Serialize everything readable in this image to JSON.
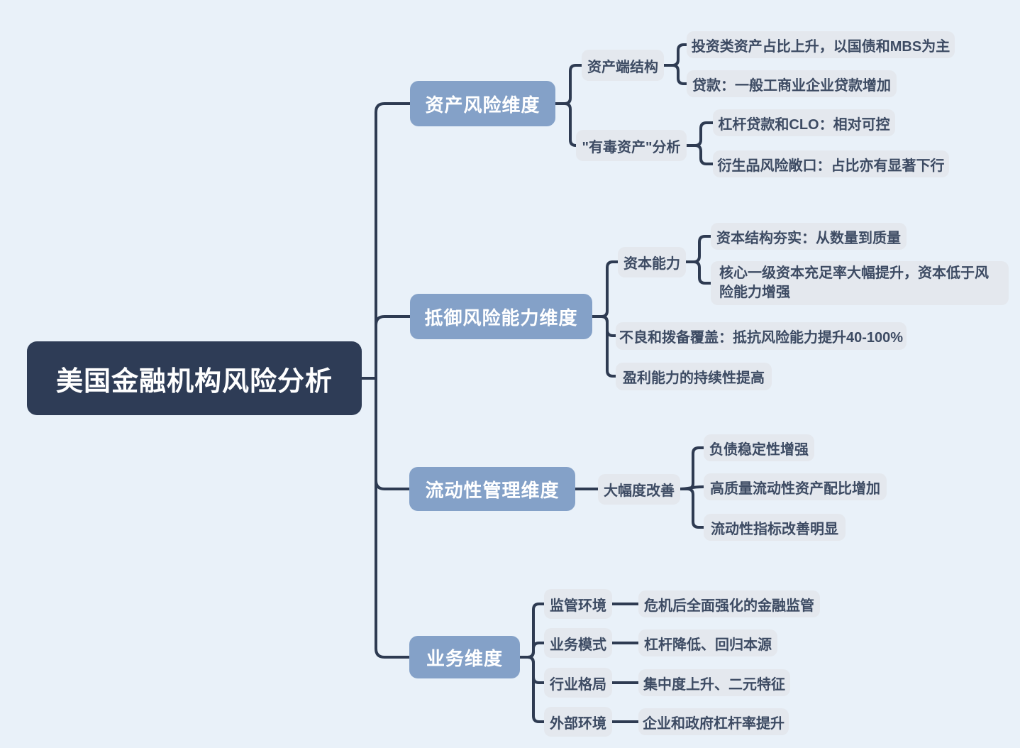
{
  "palette": {
    "background": "#e9f1f9",
    "root_bg": "#2e3c56",
    "root_text": "#ffffff",
    "branch_bg": "#84a1c8",
    "branch_text": "#ffffff",
    "node_bg": "#e4e8ee",
    "node_text": "#3d4b63",
    "connector": "#2e3b52"
  },
  "mindmap": {
    "root": {
      "label": "美国金融机构风险分析"
    },
    "branches": [
      {
        "label": "资产风险维度",
        "children": [
          {
            "label": "资产端结构",
            "children": [
              {
                "label": "投资类资产占比上升，以国债和MBS为主"
              },
              {
                "label": "贷款：一般工商业企业贷款增加"
              }
            ]
          },
          {
            "label": "\"有毒资产\"分析",
            "children": [
              {
                "label": "杠杆贷款和CLO：相对可控"
              },
              {
                "label": "衍生品风险敞口：占比亦有显著下行"
              }
            ]
          }
        ]
      },
      {
        "label": "抵御风险能力维度",
        "children": [
          {
            "label": "资本能力",
            "children": [
              {
                "label": "资本结构夯实：从数量到质量"
              },
              {
                "label": "核心一级资本充足率大幅提升，资本低于风险能力增强"
              }
            ]
          },
          {
            "label": "不良和拨备覆盖：抵抗风险能力提升40-100%"
          },
          {
            "label": "盈利能力的持续性提高"
          }
        ]
      },
      {
        "label": "流动性管理维度",
        "children": [
          {
            "label": "大幅度改善",
            "children": [
              {
                "label": "负债稳定性增强"
              },
              {
                "label": "高质量流动性资产配比增加"
              },
              {
                "label": "流动性指标改善明显"
              }
            ]
          }
        ]
      },
      {
        "label": "业务维度",
        "children": [
          {
            "label": "监管环境",
            "children": [
              {
                "label": "危机后全面强化的金融监管"
              }
            ]
          },
          {
            "label": "业务模式",
            "children": [
              {
                "label": "杠杆降低、回归本源"
              }
            ]
          },
          {
            "label": "行业格局",
            "children": [
              {
                "label": "集中度上升、二元特征"
              }
            ]
          },
          {
            "label": "外部环境",
            "children": [
              {
                "label": "企业和政府杠杆率提升"
              }
            ]
          }
        ]
      }
    ]
  }
}
